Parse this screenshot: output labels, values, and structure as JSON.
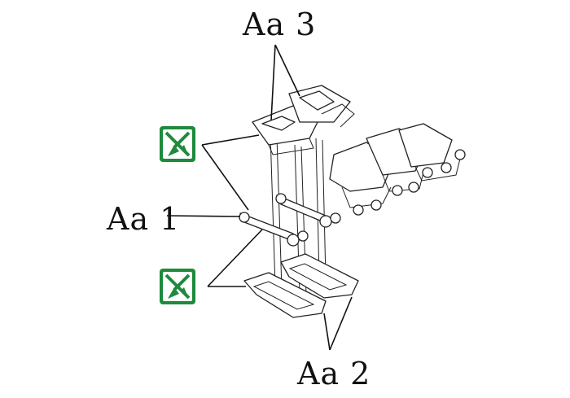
{
  "labels": {
    "aa3": "Aa 3",
    "aa1": "Aa 1",
    "aa2": "Aa 2"
  },
  "icons": {
    "cut_icon_top": "sprue-cutter-icon",
    "cut_icon_bottom": "sprue-cutter-icon"
  },
  "colors": {
    "icon_green": "#1e8a3c",
    "line": "#111111"
  }
}
